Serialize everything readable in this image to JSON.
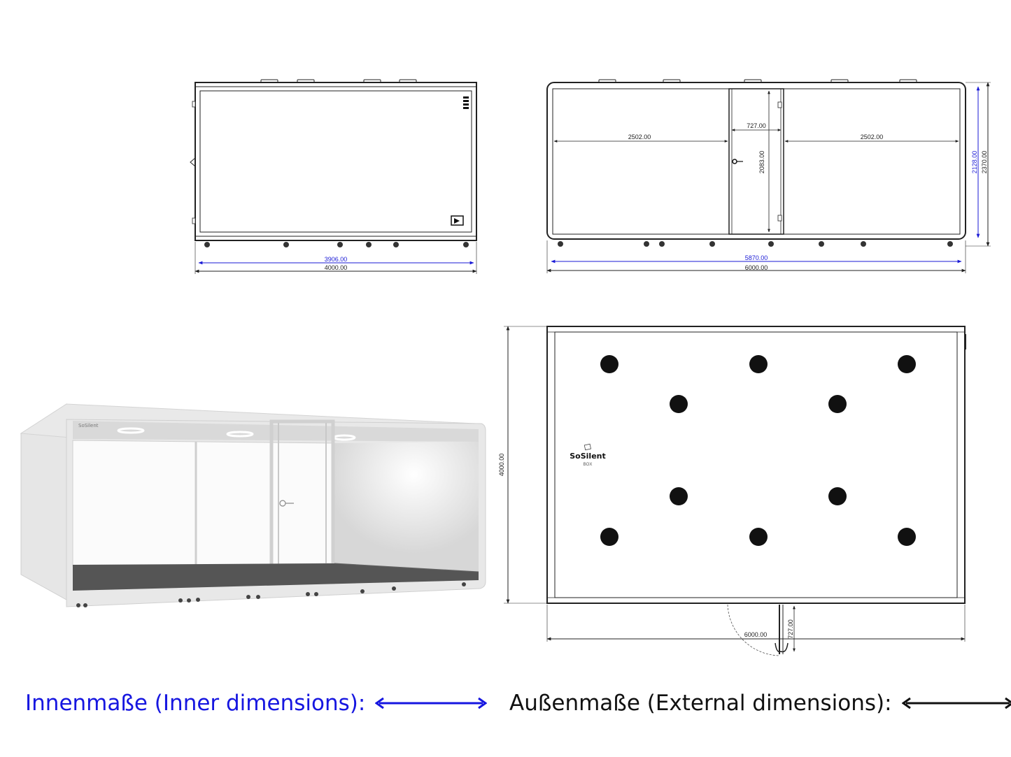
{
  "front_view": {
    "inner_width": "3906.00",
    "outer_width": "4000.00"
  },
  "side_view": {
    "left_panel": "2502.00",
    "door_width": "727.00",
    "right_panel": "2502.00",
    "door_height": "2083.00",
    "inner_height": "2128.00",
    "outer_height": "2370.00",
    "inner_length": "5870.00",
    "outer_length": "6000.00"
  },
  "top_view": {
    "depth": "4000.00",
    "length": "6000.00",
    "door": "727.00",
    "logo_text": "SoSilent",
    "logo_sub": "BOX"
  },
  "render": {
    "logo_text": "SoSilent"
  },
  "legend": {
    "inner_label": "Innenmaße (Inner dimensions):",
    "outer_label": "Außenmaße (External dimensions):",
    "inner_color": "#1616e0",
    "outer_color": "#111111"
  }
}
